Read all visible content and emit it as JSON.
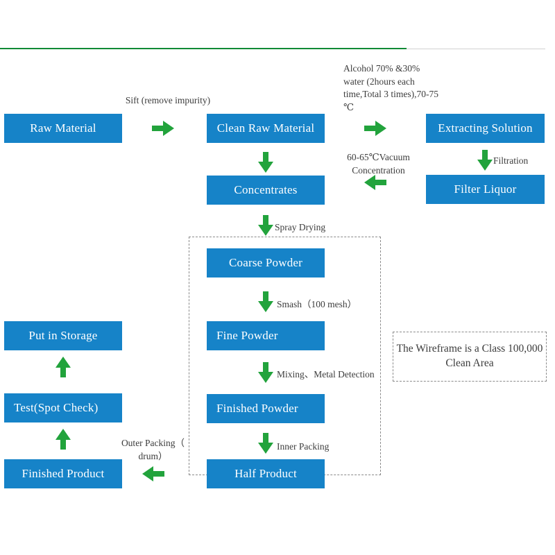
{
  "diagram": {
    "title_rule_color": "#118A36",
    "box_color": "#1683C8",
    "arrow_color": "#22A33C",
    "wireframe_color": "#8a8a8a"
  },
  "boxes": {
    "raw_material": "Raw Material",
    "clean_raw_material": "Clean Raw Material",
    "extracting_solution": "Extracting Solution",
    "filter_liquor": "Filter Liquor",
    "concentrates": "Concentrates",
    "coarse_powder": "Coarse Powder",
    "fine_powder": "Fine Powder",
    "finished_powder": "Finished Powder",
    "half_product": "Half Product",
    "finished_product": "Finished Product",
    "test_spot_check": "Test(Spot Check)",
    "put_in_storage": "Put in Storage"
  },
  "labels": {
    "sift": "Sift (remove impurity)",
    "alcohol": "Alcohol 70% &30%\nwater  (2hours each\ntime,Total 3 times),70-75\n℃",
    "filtration": "Filtration",
    "vacuum_concentration": "60-65℃Vacuum\nConcentration",
    "spray_drying": "Spray Drying",
    "smash": "Smash（100 mesh）",
    "mixing_metal_detection": "Mixing、Metal Detection",
    "inner_packing": "Inner Packing",
    "outer_packing": "Outer Packing（\ndrum）"
  },
  "legend": {
    "wireframe_note": "The Wireframe is a Class 100,000 Clean Area"
  }
}
